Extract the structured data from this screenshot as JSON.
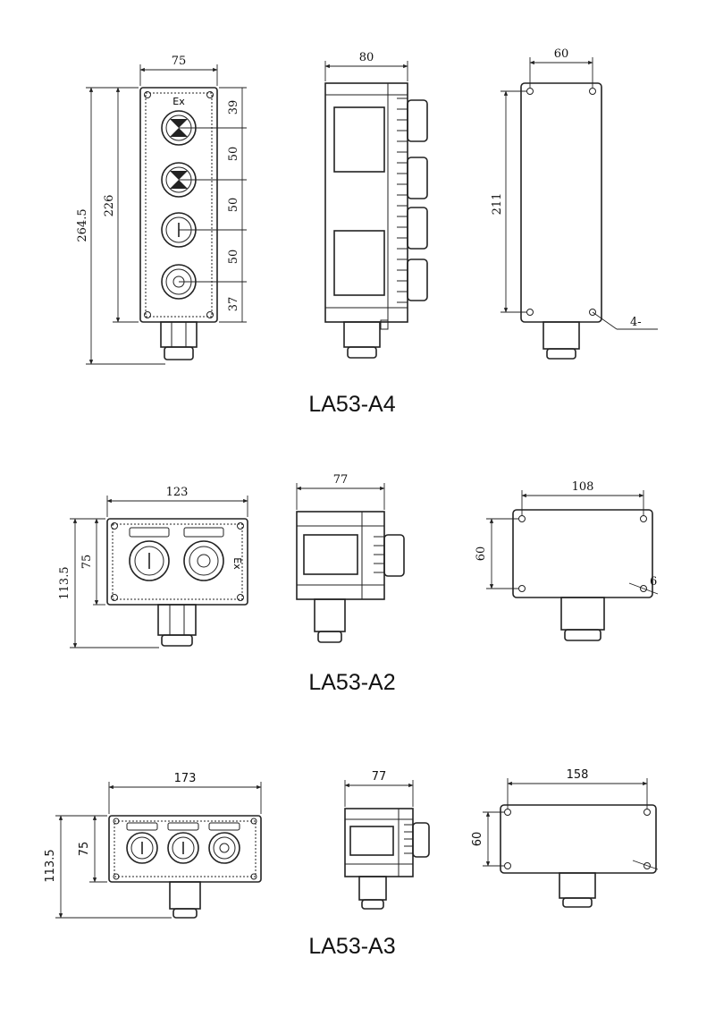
{
  "models": [
    {
      "caption": "LA53-A4",
      "front": {
        "width": "75",
        "height_total": "264.5",
        "height_body": "226",
        "spacing": [
          "39",
          "50",
          "50",
          "50",
          "37"
        ],
        "mark": "Ex"
      },
      "side": {
        "depth": "80"
      },
      "back": {
        "hole_span": "60",
        "hole_height": "211",
        "holes_note": "4-"
      }
    },
    {
      "caption": "LA53-A2",
      "front": {
        "width": "123",
        "height_body": "75",
        "height_total": "113.5",
        "mark": "Ex"
      },
      "side": {
        "depth": "77"
      },
      "back": {
        "hole_span": "108",
        "hole_height": "60",
        "hole_note": "6"
      }
    },
    {
      "caption": "LA53-A3",
      "front": {
        "width": "173",
        "height_body": "75",
        "height_total": "113.5"
      },
      "side": {
        "depth": "77"
      },
      "back": {
        "hole_span": "158",
        "hole_height": "60"
      }
    }
  ]
}
